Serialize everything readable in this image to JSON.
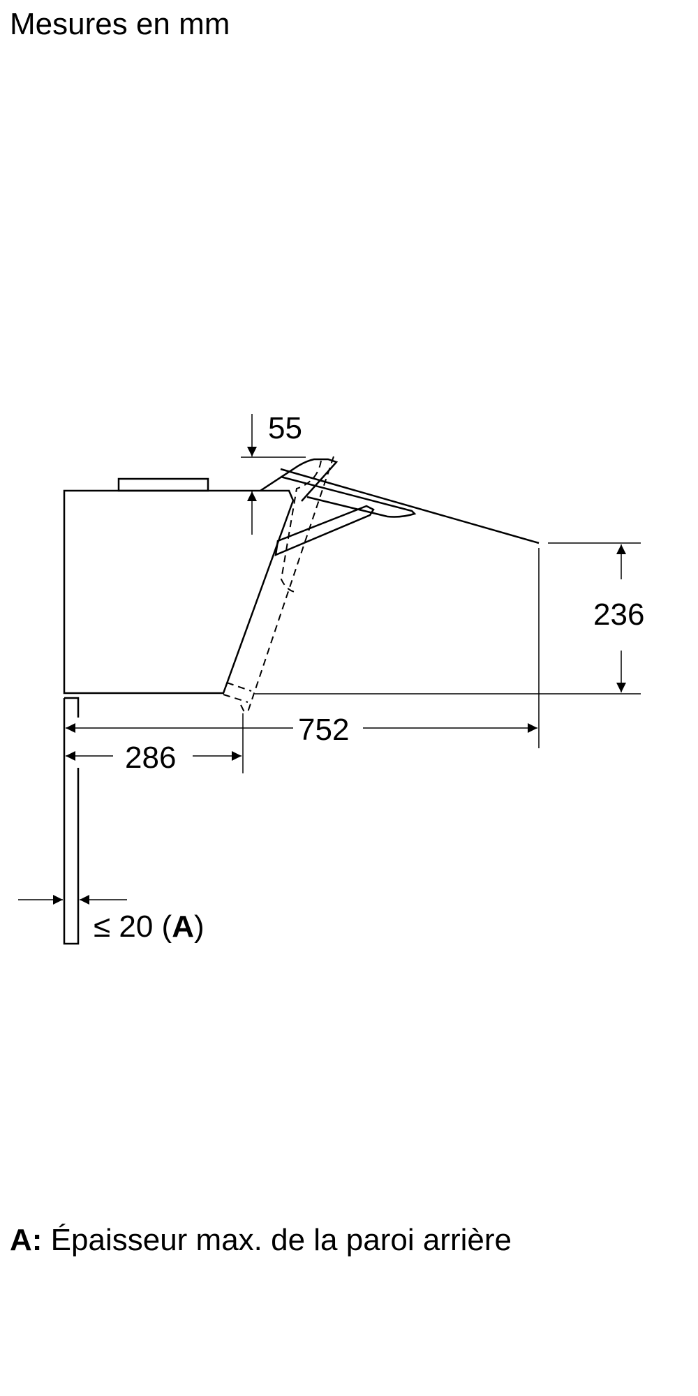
{
  "caption": "Mesures en mm",
  "dimensions": {
    "d55": "55",
    "d236": "236",
    "d752": "752",
    "d286": "286",
    "max_prefix": "≤ 20 (",
    "max_ref": "A",
    "max_suffix": ")"
  },
  "legend": {
    "key": "A:",
    "text": " Épaisseur max. de la paroi arrière"
  }
}
